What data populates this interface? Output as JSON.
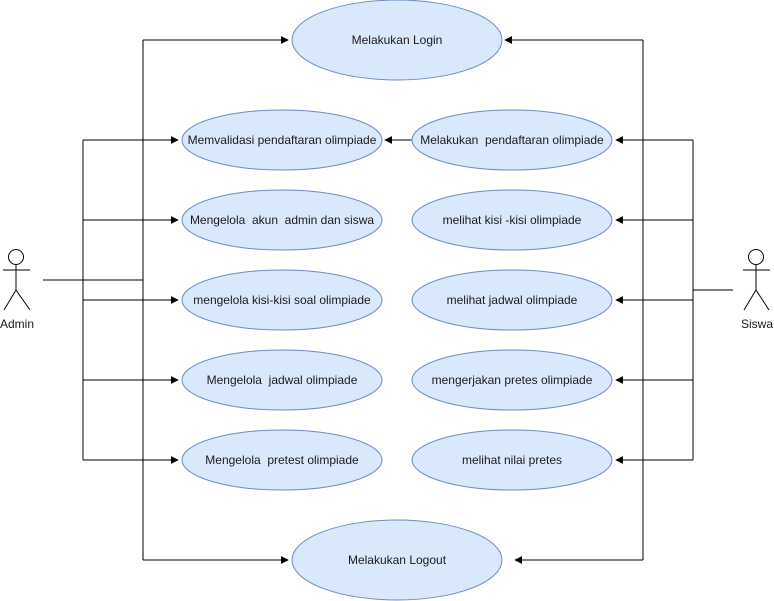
{
  "colors": {
    "ellipse_fill": "#dae8fc",
    "ellipse_stroke": "#6c8ebf",
    "line": "#000000"
  },
  "actors": {
    "admin": "Admin",
    "siswa": "Siswa"
  },
  "usecases": {
    "login": "Melakukan Login",
    "logout": "Melakukan Logout",
    "validasi": "Memvalidasi pendaftaran olimpiade",
    "akun": "Mengelola  akun  admin dan siswa",
    "kisisoal": "mengelola kisi-kisi soal olimpiade",
    "jadwal_admin": "Mengelola  jadwal olimpiade",
    "pretest_admin": "Mengelola  pretest olimpiade",
    "daftar": "Melakukan  pendaftaran olimpiade",
    "kisi_siswa": "melihat kisi -kisi olimpiade",
    "jadwal_siswa": "melihat jadwal olimpiade",
    "pretes_siswa": "mengerjakan pretes olimpiade",
    "nilai": "melihat nilai pretes"
  }
}
